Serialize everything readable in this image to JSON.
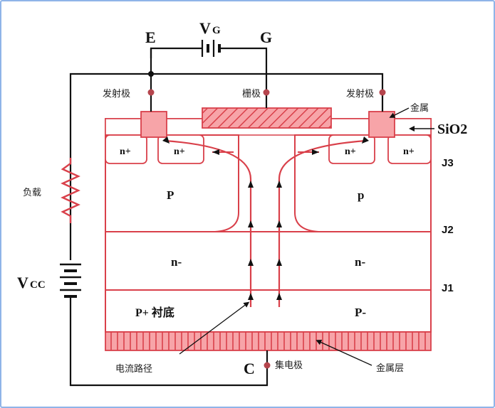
{
  "terminals": {
    "emitter_letter": "E",
    "gate_letter": "G",
    "collector_letter": "C",
    "vg_main": "V",
    "vg_sub": "G",
    "vcc_main": "V",
    "vcc_sub": "CC"
  },
  "labels": {
    "emitter_left": "发射极",
    "emitter_right": "发射极",
    "gate": "栅极",
    "metal": "金属",
    "sio2": "SiO2",
    "load": "负载",
    "current_path": "电流路径",
    "collector": "集电极",
    "metal_layer": "金属层"
  },
  "regions": {
    "n_plus": "n+",
    "p_left": "P",
    "p_right": "p",
    "n_minus": "n-",
    "p_plus_substrate": "P+ 衬底",
    "p_minus": "P-"
  },
  "junctions": [
    "J3",
    "J2",
    "J1"
  ],
  "colors": {
    "accent_red": "#d9404a",
    "fill_pink": "#f7a4a8",
    "wire": "#111111"
  }
}
